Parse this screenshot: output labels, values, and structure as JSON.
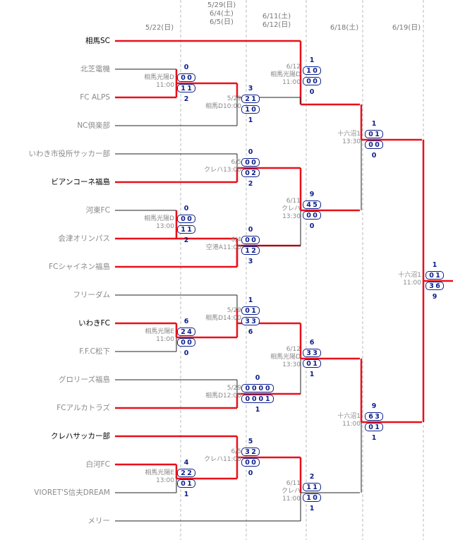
{
  "headers": [
    {
      "key": "c1",
      "lines": [
        "5/22(日)"
      ]
    },
    {
      "key": "c2",
      "lines": [
        "5/29(日)",
        "6/4(土)",
        "6/5(日)"
      ]
    },
    {
      "key": "c3",
      "lines": [
        "6/11(土)",
        "6/12(日)"
      ]
    },
    {
      "key": "c4",
      "lines": [
        "6/18(土)"
      ]
    },
    {
      "key": "c5",
      "lines": [
        "6/19(日)"
      ]
    }
  ],
  "teams": [
    {
      "name": "相馬SC",
      "status": "win"
    },
    {
      "name": "北芝電機",
      "status": "lose"
    },
    {
      "name": "FC ALPS",
      "status": "lose"
    },
    {
      "name": "NC倶楽部",
      "status": "lose"
    },
    {
      "name": "いわき市役所サッカー部",
      "status": "lose"
    },
    {
      "name": "ビアンコーネ福島",
      "status": "win"
    },
    {
      "name": "河東FC",
      "status": "lose"
    },
    {
      "name": "会津オリンパス",
      "status": "lose"
    },
    {
      "name": "FCシャイネン福島",
      "status": "lose"
    },
    {
      "name": "フリーダム",
      "status": "lose"
    },
    {
      "name": "いわきFC",
      "status": "win"
    },
    {
      "name": "F.F.C松下",
      "status": "lose"
    },
    {
      "name": "グロリーズ福島",
      "status": "lose"
    },
    {
      "name": "FCアルカトラズ",
      "status": "lose"
    },
    {
      "name": "クレハサッカー部",
      "status": "win"
    },
    {
      "name": "白河FC",
      "status": "lose"
    },
    {
      "name": "VIORET'S信夫DREAM",
      "status": "lose"
    },
    {
      "name": "メリー",
      "status": "lose"
    }
  ],
  "matches": [
    {
      "id": "m1",
      "info": [
        "相馬光陽D",
        "11:00"
      ],
      "top": "0",
      "p1": [
        "0",
        "0"
      ],
      "p2": [
        "1",
        "1"
      ],
      "bottom": "2"
    },
    {
      "id": "m2",
      "info": [
        "5/29",
        "相馬D10:00"
      ],
      "top": "3",
      "p1": [
        "2",
        "1"
      ],
      "p2": [
        "1",
        "0"
      ],
      "bottom": "1"
    },
    {
      "id": "m3",
      "info": [
        "6/5",
        "クレハ13:00"
      ],
      "top": "0",
      "p1": [
        "0",
        "0"
      ],
      "p2": [
        "0",
        "2"
      ],
      "bottom": "2"
    },
    {
      "id": "m4",
      "info": [
        "相馬光陽D",
        "13:00"
      ],
      "top": "0",
      "p1": [
        "0",
        "0"
      ],
      "p2": [
        "1",
        "1"
      ],
      "bottom": "2"
    },
    {
      "id": "m5",
      "info": [
        "6/4",
        "空港A11:00"
      ],
      "top": "0",
      "p1": [
        "0",
        "0"
      ],
      "p2": [
        "1",
        "2"
      ],
      "bottom": "3"
    },
    {
      "id": "m6",
      "info": [
        "5/29",
        "相馬D14:00"
      ],
      "top": "1",
      "p1": [
        "0",
        "1"
      ],
      "p2": [
        "3",
        "3"
      ],
      "bottom": "6"
    },
    {
      "id": "m7",
      "info": [
        "相馬光陽E",
        "11:00"
      ],
      "top": "6",
      "p1": [
        "2",
        "4"
      ],
      "p2": [
        "0",
        "0"
      ],
      "bottom": "0"
    },
    {
      "id": "m8",
      "info": [
        "5/29",
        "相馬D12:00"
      ],
      "top": "0",
      "p1": [
        "0",
        "0",
        "0",
        "0"
      ],
      "p2": [
        "0",
        "0",
        "0",
        "1"
      ],
      "bottom": "1"
    },
    {
      "id": "m9",
      "info": [
        "6/5",
        "クレハ11:00"
      ],
      "top": "5",
      "p1": [
        "3",
        "2"
      ],
      "p2": [
        "0",
        "0"
      ],
      "bottom": "0"
    },
    {
      "id": "m10",
      "info": [
        "相馬光陽E",
        "13:00"
      ],
      "top": "4",
      "p1": [
        "2",
        "2"
      ],
      "p2": [
        "0",
        "1"
      ],
      "bottom": "1"
    },
    {
      "id": "m11",
      "info": [
        "6/12",
        "相馬光陽D",
        "11:00"
      ],
      "top": "1",
      "p1": [
        "1",
        "0"
      ],
      "p2": [
        "0",
        "0"
      ],
      "bottom": "0"
    },
    {
      "id": "m12",
      "info": [
        "6/11",
        "クレハ",
        "13:30"
      ],
      "top": "9",
      "p1": [
        "4",
        "5"
      ],
      "p2": [
        "0",
        "0"
      ],
      "bottom": "0"
    },
    {
      "id": "m13",
      "info": [
        "6/12",
        "相馬光陽D",
        "13:30"
      ],
      "top": "6",
      "p1": [
        "3",
        "3"
      ],
      "p2": [
        "0",
        "1"
      ],
      "bottom": "1"
    },
    {
      "id": "m14",
      "info": [
        "6/11",
        "クレハ",
        "11:00"
      ],
      "top": "2",
      "p1": [
        "1",
        "1"
      ],
      "p2": [
        "1",
        "0"
      ],
      "bottom": "1"
    },
    {
      "id": "m15",
      "info": [
        "十六沼1",
        "13:30"
      ],
      "top": "1",
      "p1": [
        "0",
        "1"
      ],
      "p2": [
        "0",
        "0"
      ],
      "bottom": "0"
    },
    {
      "id": "m16",
      "info": [
        "十六沼1",
        "11:00"
      ],
      "top": "9",
      "p1": [
        "6",
        "3"
      ],
      "p2": [
        "0",
        "1"
      ],
      "bottom": "1"
    },
    {
      "id": "m17",
      "info": [
        "十六沼1",
        "11:00"
      ],
      "top": "1",
      "p1": [
        "0",
        "1"
      ],
      "p2": [
        "3",
        "6"
      ],
      "bottom": "9"
    }
  ],
  "colors": {
    "win_line": "#e8101a",
    "lose_line": "#222222",
    "score": "#0b1f8a",
    "grid": "#bbbbbb"
  }
}
